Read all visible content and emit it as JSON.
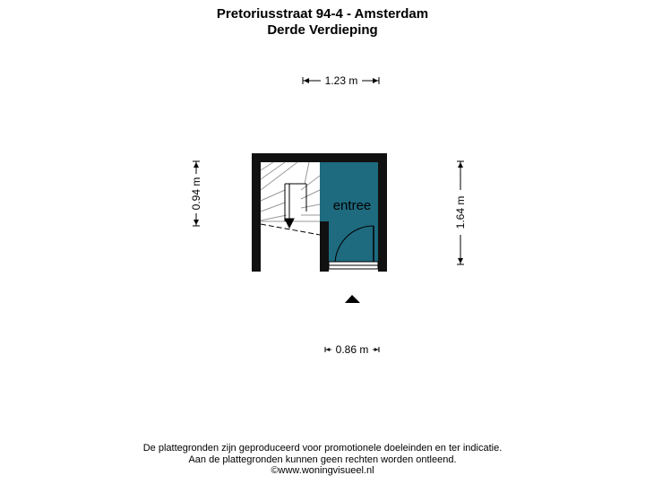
{
  "header": {
    "address": "Pretoriusstraat 94-4 - Amsterdam",
    "floor": "Derde Verdieping"
  },
  "dimensions": {
    "top": "1.23 m",
    "bottom": "0.86 m",
    "left": "0.94 m",
    "right": "1.64 m"
  },
  "rooms": [
    {
      "label": "entree",
      "color": "#1e6a7f"
    }
  ],
  "colors": {
    "wall": "#111111",
    "room_fill": "#1e6a7f"
  },
  "footer": {
    "line1": "De plattegronden zijn geproduceerd voor promotionele doeleinden en ter indicatie.",
    "line2": "Aan de plattegronden kunnen geen rechten worden ontleend.",
    "line3": "©www.woningvisueel.nl"
  }
}
